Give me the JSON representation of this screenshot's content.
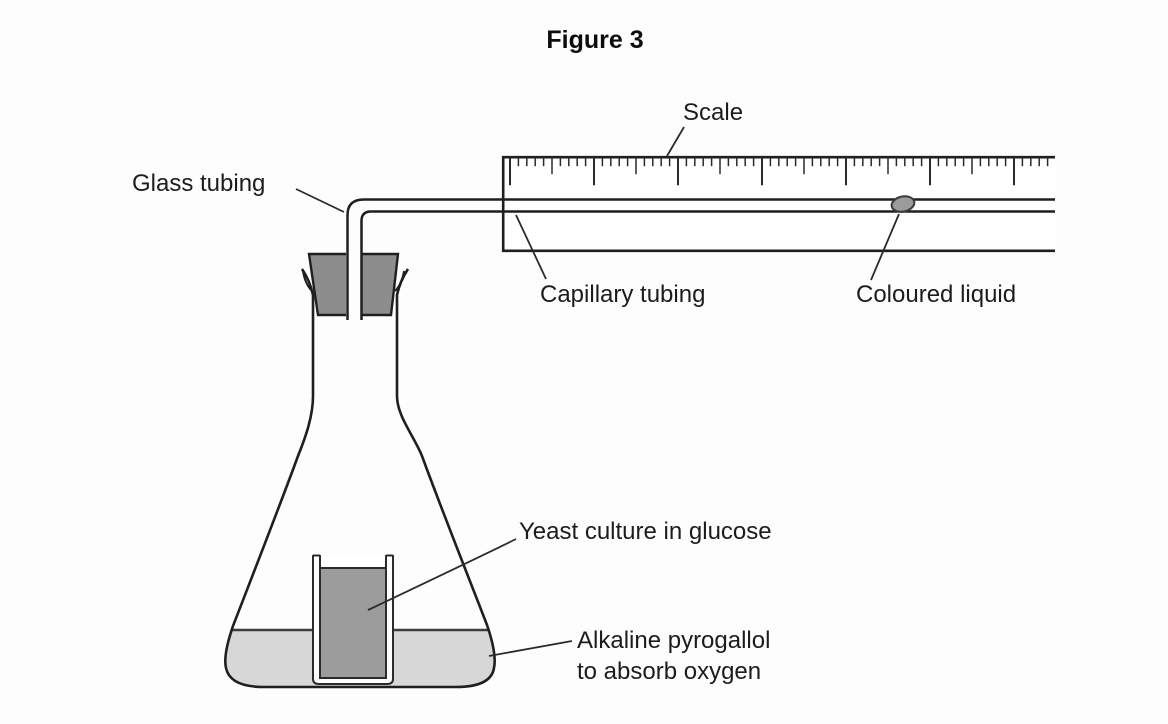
{
  "title": "Figure 3",
  "diagram": {
    "labels": {
      "scale": "Scale",
      "glass_tubing": "Glass tubing",
      "capillary_tubing": "Capillary tubing",
      "coloured_liquid": "Coloured liquid",
      "yeast_culture": "Yeast culture in glucose",
      "alkaline_line1": "Alkaline pyrogallol",
      "alkaline_line2": "to absorb oxygen"
    },
    "colors": {
      "stopper": "#8d8d8d",
      "yeast_fill": "#9c9c9c",
      "pyrogallol_fill": "#d7d7d7",
      "coloured_liquid_fill": "#9b9b9b",
      "outline": "#1f1f1f"
    }
  }
}
